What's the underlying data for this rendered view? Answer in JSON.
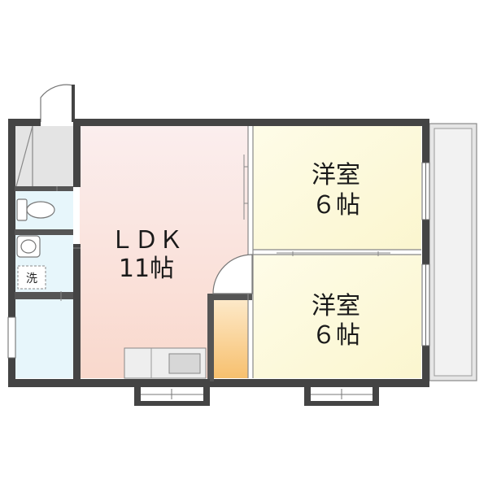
{
  "rooms": {
    "ldk": {
      "name": "ＬＤＫ",
      "size": "11帖",
      "fill_top": "#fbeeee",
      "fill_bottom": "#f9d8cc"
    },
    "western_upper": {
      "name": "洋室",
      "size": "６帖",
      "fill": "#fdfbe0"
    },
    "western_lower": {
      "name": "洋室",
      "size": "６帖",
      "fill": "#fdfbe0"
    },
    "storage": {
      "fill_top": "#fde9c9",
      "fill_bottom": "#f7c06e"
    },
    "balcony": {
      "fill": "#e6e6e6"
    }
  },
  "wet_area": {
    "washer_label": "洗",
    "fill": "#e7f6fb"
  },
  "colors": {
    "wall": "#444444",
    "line": "#777777"
  }
}
